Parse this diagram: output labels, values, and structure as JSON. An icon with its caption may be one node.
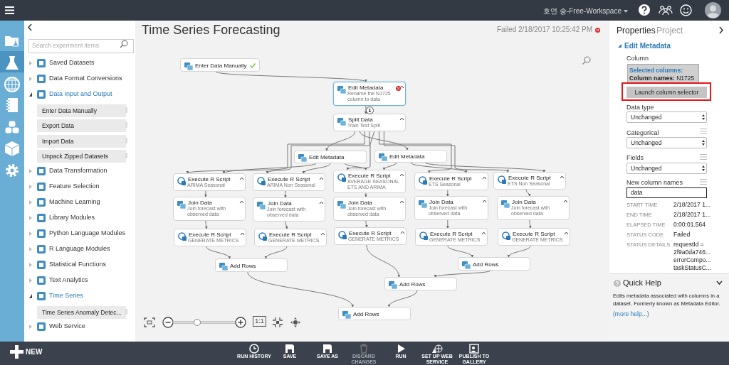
{
  "diagram": {
    "title": "Time Series Forecasting",
    "nodes": [
      {
        "text": [
          "Enter Data Manually"
        ]
      },
      {
        "text": [
          "Edit Metadata",
          "Rename the N1725 column to data"
        ]
      },
      {
        "text": [
          "Split Data",
          "Train Test Split"
        ]
      },
      {
        "text": [
          "Edit Metadata"
        ]
      },
      {
        "text": [
          "Edit Metadata"
        ]
      },
      {
        "text": [
          "Execute R Script",
          "ARIMA Seasonal"
        ]
      },
      {
        "text": [
          "Execute R Script",
          "ARIMA Non Seasonal"
        ]
      },
      {
        "text": [
          "Execute R Script",
          "AVERAGE SEASONAL ETS AND ARIMA"
        ]
      },
      {
        "text": [
          "Execute R Script",
          "ETS Seasonal"
        ]
      },
      {
        "text": [
          "Execute R Script",
          "ETS Non Seasonal"
        ]
      },
      {
        "text": [
          "Join Data",
          "Join forecast with observed data"
        ]
      },
      {
        "text": [
          "Join Data",
          "Join forecast with observed data"
        ]
      },
      {
        "text": [
          "Join Data",
          "Join forecast with observed data"
        ]
      },
      {
        "text": [
          "Join Data",
          "Join forecast with observed data"
        ]
      },
      {
        "text": [
          "Join Data",
          "Join forecast with observed data"
        ]
      },
      {
        "text": [
          "Execute R Script",
          "GENERATE METRICS"
        ]
      },
      {
        "text": [
          "Execute R Script",
          "GENERATE METRICS"
        ]
      },
      {
        "text": [
          "Execute R Script",
          "GENERATE METRICS"
        ]
      },
      {
        "text": [
          "Execute R Script",
          "GENERATE METRICS"
        ]
      },
      {
        "text": [
          "Execute R Script",
          "GENERATE METRICS"
        ]
      },
      {
        "text": [
          "Add Rows"
        ]
      },
      {
        "text": [
          "Add Rows"
        ]
      },
      {
        "text": [
          "Add Rows"
        ]
      },
      {
        "text": [
          "Add Rows"
        ]
      }
    ],
    "edges": [
      {
        "from": 0,
        "to": 1,
        "arrow": "to"
      },
      {
        "from": 1,
        "to": 2,
        "arrow": "to"
      },
      {
        "from": 2,
        "to": 3,
        "arrow": "to"
      },
      {
        "from": 2,
        "to": 4,
        "arrow": "to"
      },
      {
        "from": 2,
        "to": 5,
        "arrow": "to"
      },
      {
        "from": 2,
        "to": 6,
        "arrow": "to"
      },
      {
        "from": 2,
        "to": 7,
        "arrow": "to"
      },
      {
        "from": 2,
        "to": 8,
        "arrow": "to"
      },
      {
        "from": 2,
        "to": 9,
        "arrow": "to"
      },
      {
        "from": 3,
        "to": 5,
        "arrow": "to"
      },
      {
        "from": 3,
        "to": 6,
        "arrow": "to"
      },
      {
        "from": 3,
        "to": 7,
        "arrow": "to"
      },
      {
        "from": 4,
        "to": 7,
        "arrow": "to"
      },
      {
        "from": 4,
        "to": 8,
        "arrow": "to"
      },
      {
        "from": 4,
        "to": 9,
        "arrow": "to"
      },
      {
        "from": 5,
        "to": 10,
        "arrow": "to"
      },
      {
        "from": 6,
        "to": 11,
        "arrow": "to"
      },
      {
        "from": 7,
        "to": 12,
        "arrow": "to"
      },
      {
        "from": 8,
        "to": 13,
        "arrow": "to"
      },
      {
        "from": 9,
        "to": 14,
        "arrow": "to"
      },
      {
        "from": 10,
        "to": 15,
        "arrow": "to"
      },
      {
        "from": 11,
        "to": 16,
        "arrow": "to"
      },
      {
        "from": 12,
        "to": 17,
        "arrow": "to"
      },
      {
        "from": 13,
        "to": 18,
        "arrow": "to"
      },
      {
        "from": 14,
        "to": 19,
        "arrow": "to"
      },
      {
        "from": 15,
        "to": 20,
        "arrow": "to"
      },
      {
        "from": 16,
        "to": 20,
        "arrow": "to"
      },
      {
        "from": 17,
        "to": 22,
        "arrow": "to"
      },
      {
        "from": 18,
        "to": 21,
        "arrow": "to"
      },
      {
        "from": 19,
        "to": 21,
        "arrow": "to"
      },
      {
        "from": 21,
        "to": 22,
        "arrow": "to"
      },
      {
        "from": 20,
        "to": 23,
        "arrow": "to"
      },
      {
        "from": 22,
        "to": 23,
        "arrow": "to"
      }
    ],
    "labels": [
      "호연 송-Free-Workspace",
      "Search experiment items",
      "Saved Datasets",
      "Data Format Conversions",
      "Data Input and Output",
      "Enter Data Manually",
      "Export Data",
      "Import Data",
      "Unpack Zipped Datasets",
      "Data Transformation",
      "Feature Selection",
      "Machine Learning",
      "Library Modules",
      "Python Language Modules",
      "R Language Modules",
      "Statistical Functions",
      "Text Analytics",
      "Time Series",
      "Time Series Anomaly Detec...",
      "Web Service",
      "Failed 2/18/2017 10:25:42 PM",
      "1",
      "1:1",
      "Properties",
      "Project",
      "Edit Metadata",
      "Column",
      "Selected columns:",
      "**Column names:** N1725",
      "Launch column selector",
      "Data type",
      "Unchanged",
      "Categorical",
      "Unchanged",
      "Fields",
      "Unchanged",
      "New column names",
      "data",
      "START TIME",
      "2/18/2017 1...",
      "END TIME",
      "2/18/2017 1...",
      "ELAPSED TIME",
      "0:00:01.564",
      "STATUS CODE",
      "Failed",
      "STATUS DETAILS",
      "requestId = 2f9a0da746... errorCompo... taskStatusC...",
      "Quick Help",
      "Edits metadata associated with columns in a dataset. Formerly known as Metadata Editor.",
      "(more help...)",
      "NEW",
      "RUN HISTORY",
      "SAVE",
      "SAVE AS",
      "DISCARD CHANGES",
      "RUN",
      "SET UP WEB SERVICE",
      "PUBLISH TO GALLERY"
    ]
  }
}
